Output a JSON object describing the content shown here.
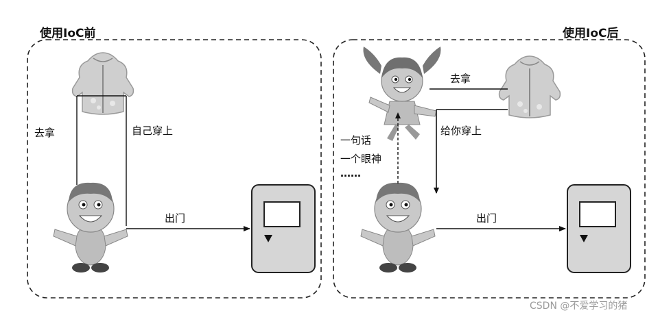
{
  "left_panel": {
    "title": "使用IoC前",
    "go_get_label": "去拿",
    "self_wear_label": "自己穿上",
    "go_out_label": "出门"
  },
  "right_panel": {
    "title": "使用IoC后",
    "go_get_label": "去拿",
    "wear_for_you_label": "给你穿上",
    "one_sentence": "一句话",
    "one_look": "一个眼神",
    "ellipsis": "……",
    "go_out_label": "出门"
  },
  "watermark": "CSDN @不爱学习的猪"
}
